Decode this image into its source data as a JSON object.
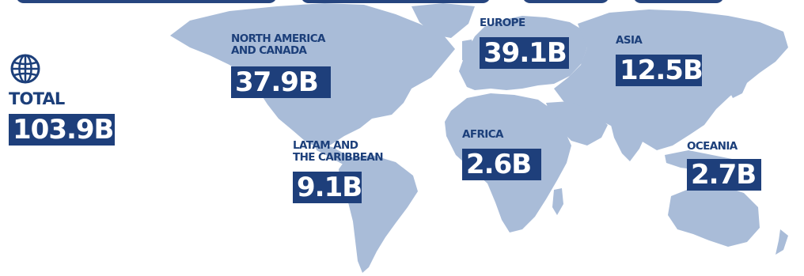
{
  "colors": {
    "land": "#a9bcd8",
    "badge_background": "#1e3f7b",
    "badge_text": "#ffffff",
    "label_text": "#1c3f7a",
    "background": "#ffffff"
  },
  "total": {
    "icon": "globe-icon",
    "label": "TOTAL",
    "value": "103.9B"
  },
  "regions": {
    "north_america": {
      "label": "NORTH AMERICA\nAND CANADA",
      "value": "37.9B"
    },
    "europe": {
      "label": "EUROPE",
      "value": "39.1B"
    },
    "asia": {
      "label": "ASIA",
      "value": "12.5B"
    },
    "latam": {
      "label": "LATAM AND\nTHE CARIBBEAN",
      "value": "9.1B"
    },
    "africa": {
      "label": "AFRICA",
      "value": "2.6B"
    },
    "oceania": {
      "label": "OCEANIA",
      "value": "2.7B"
    }
  }
}
